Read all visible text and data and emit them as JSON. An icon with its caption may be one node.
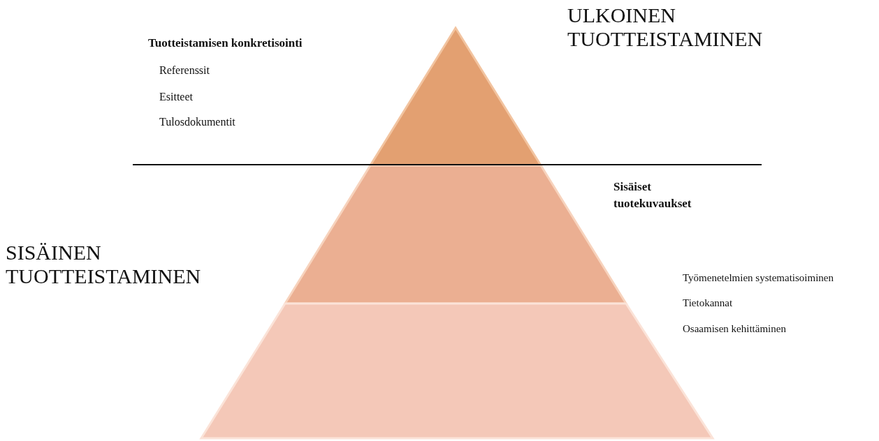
{
  "diagram": {
    "labels": [
      "ULKOINEN TUOTTEISTAMINEN",
      "Tuotteistamisen konkretisointi",
      "Referenssit",
      "Esitteet",
      "Tulosdokumentit",
      "Sisäiset tuotekuvaukset",
      "SISÄINEN TUOTTEISTAMINEN",
      "Työmenetelmien systematisoiminen",
      "Tietokannat",
      "Osaamisen kehittäminen"
    ]
  }
}
